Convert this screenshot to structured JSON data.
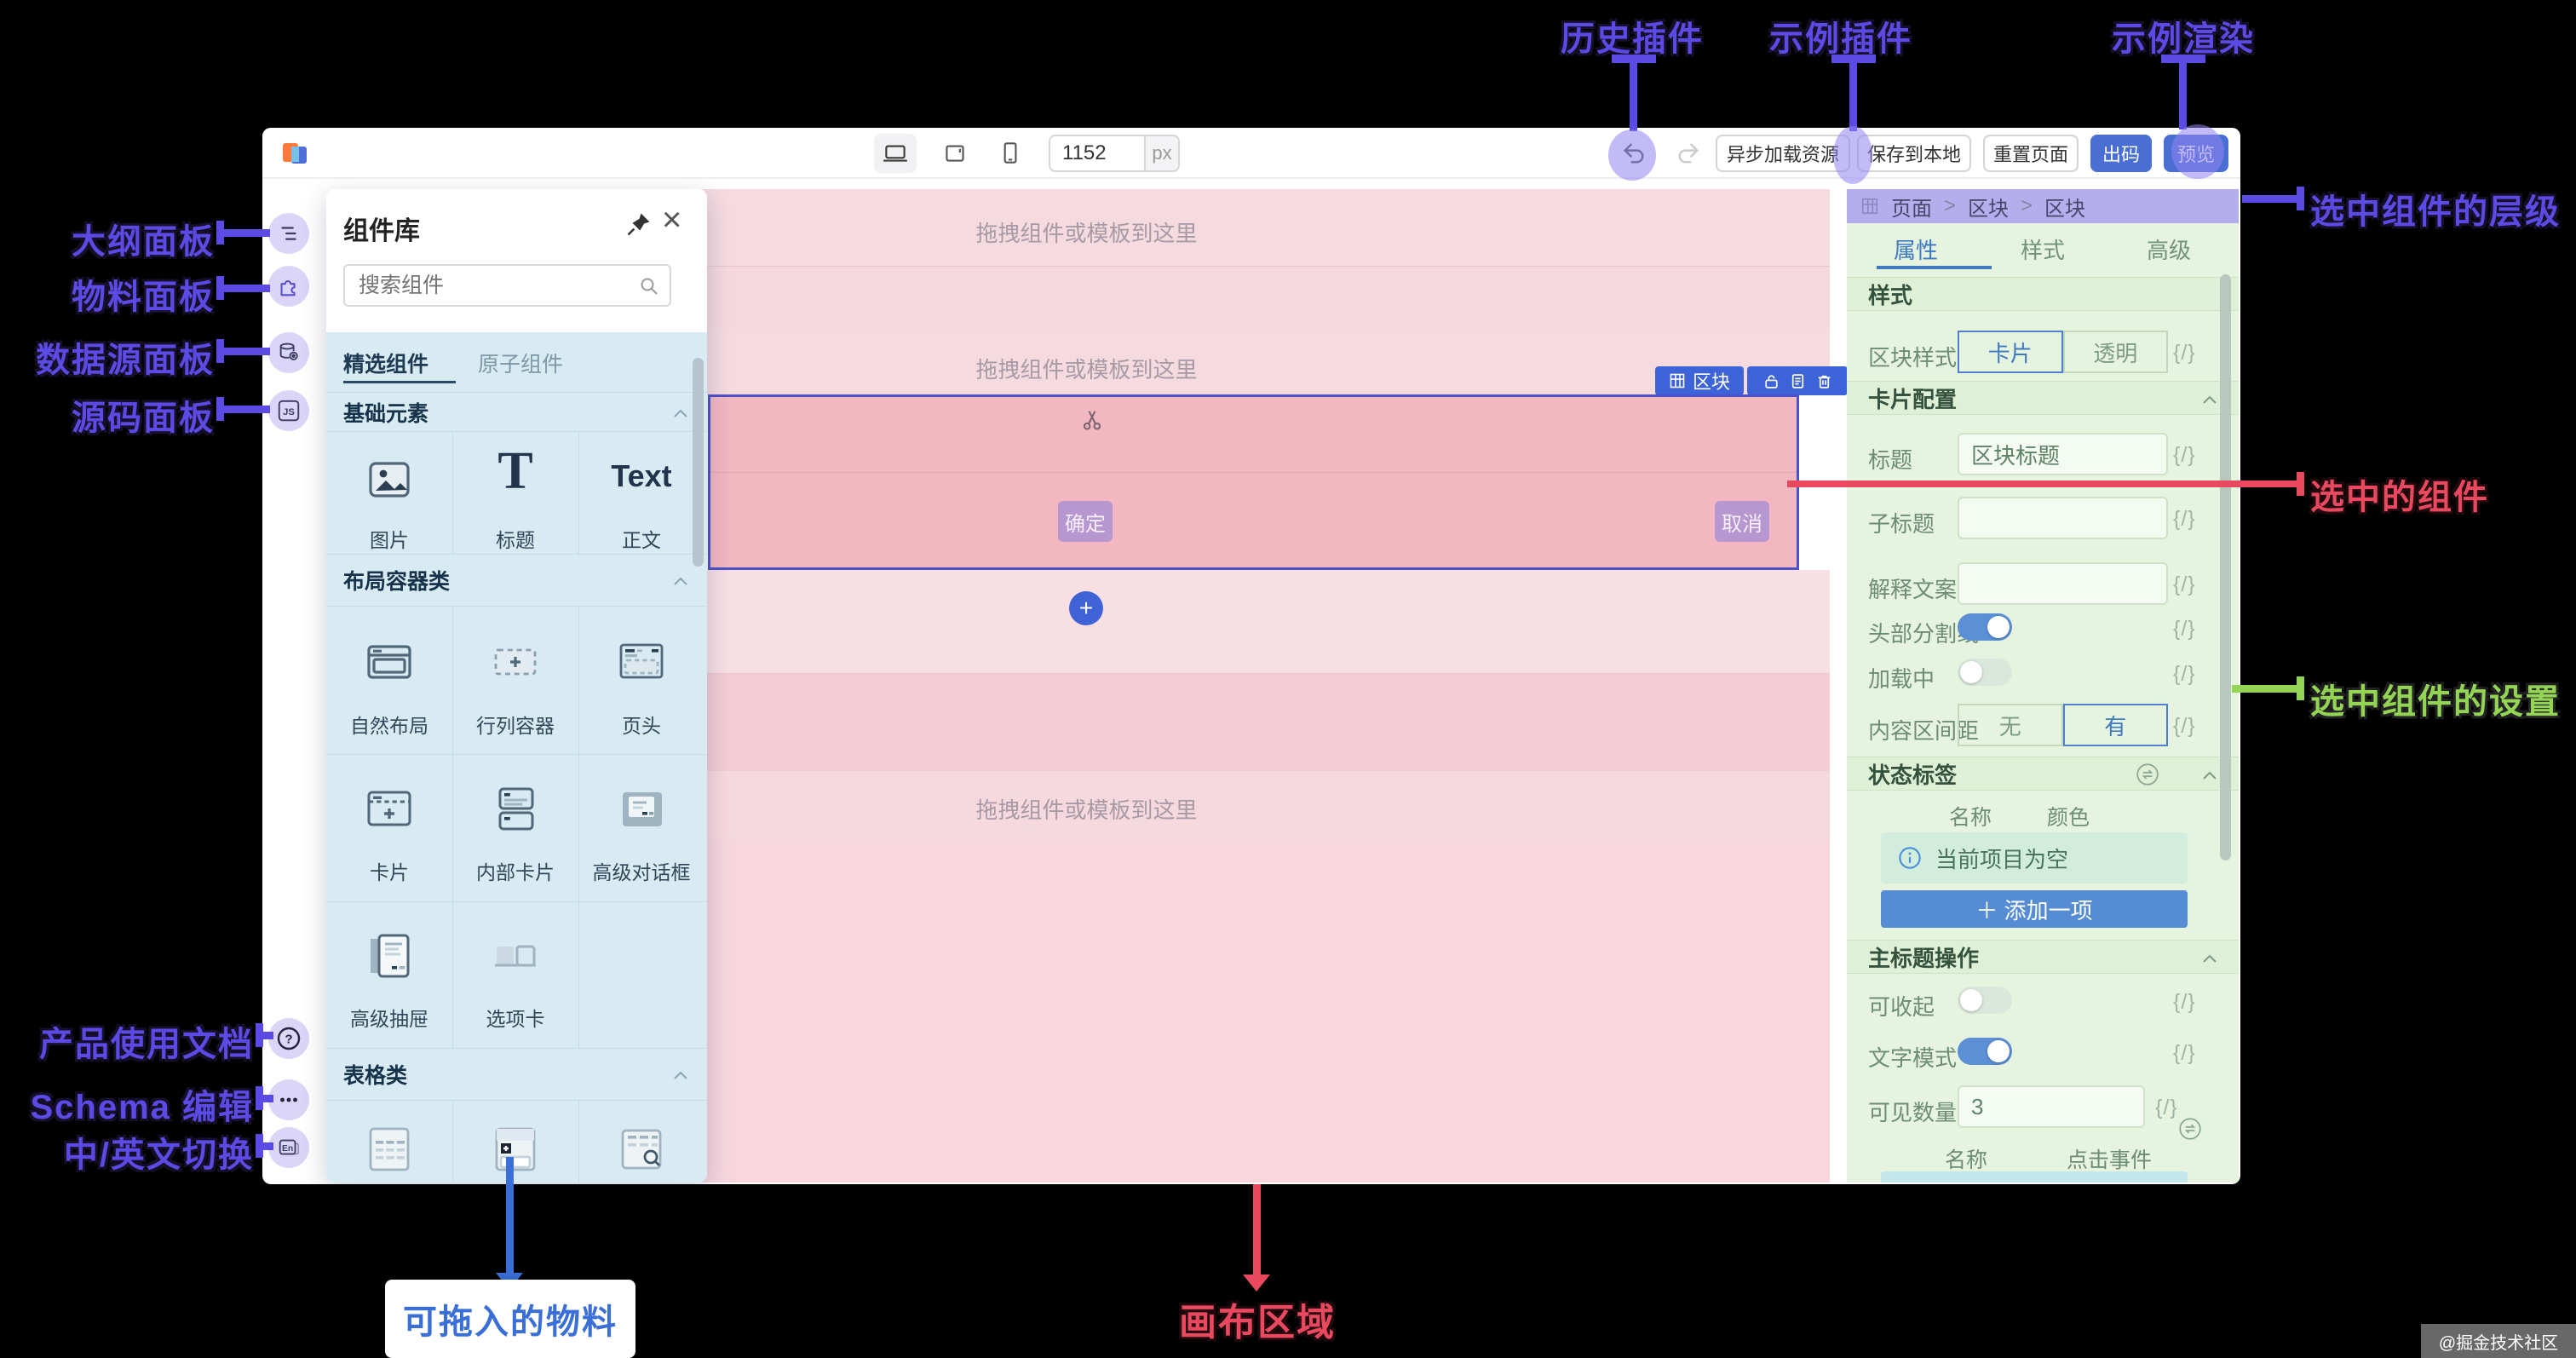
{
  "annotations": {
    "top": [
      "历史插件",
      "示例插件",
      "示例渲染"
    ],
    "left": [
      "大纲面板",
      "物料面板",
      "数据源面板",
      "源码面板"
    ],
    "bottom_left": [
      "产品使用文档",
      "Schema 编辑",
      "中/英文切换"
    ],
    "right": {
      "hierarchy": "选中组件的层级",
      "selected": "选中的组件",
      "settings": "选中组件的设置"
    },
    "bottom": {
      "materials": "可拖入的物料",
      "canvas": "画布区域"
    },
    "watermark": "@掘金技术社区"
  },
  "toolbar": {
    "width_value": "1152",
    "width_unit": "px",
    "async_button": "异步加载资源",
    "save_button": "保存到本地",
    "reset_button": "重置页面",
    "code_button": "出码",
    "preview_button": "预览"
  },
  "library": {
    "title": "组件库",
    "search_placeholder": "搜索组件",
    "tabs": [
      "精选组件",
      "原子组件"
    ],
    "section_basic": "基础元素",
    "section_layout": "布局容器类",
    "section_table": "表格类",
    "items": {
      "image": "图片",
      "title": "标题",
      "text": "正文",
      "text_icon": "Text",
      "natural": "自然布局",
      "rowcol": "行列容器",
      "header": "页头",
      "card": "卡片",
      "inner_card": "内部卡片",
      "dialog": "高级对话框",
      "drawer": "高级抽屉",
      "tab": "选项卡"
    }
  },
  "canvas": {
    "drop_hint": "拖拽组件或模板到这里",
    "block_label": "区块",
    "ok": "确定",
    "cancel": "取消"
  },
  "inspector": {
    "breadcrumb": [
      "页面",
      "区块",
      "区块"
    ],
    "sep": ">",
    "tabs": [
      "属性",
      "样式",
      "高级"
    ],
    "section_style": "样式",
    "section_card": "卡片配置",
    "section_status": "状态标签",
    "section_title_ops": "主标题操作",
    "code_badge": "{/}",
    "fields": {
      "block_style": {
        "label": "区块样式",
        "opt_card": "卡片",
        "opt_transparent": "透明"
      },
      "title": {
        "label": "标题",
        "value": "区块标题"
      },
      "subtitle": {
        "label": "子标题"
      },
      "desc": {
        "label": "解释文案"
      },
      "divider": {
        "label": "头部分割线"
      },
      "loading": {
        "label": "加载中"
      },
      "spacing": {
        "label": "内容区间距",
        "opt_none": "无",
        "opt_has": "有"
      },
      "collapsible": {
        "label": "可收起"
      },
      "text_mode": {
        "label": "文字模式"
      },
      "visible_count": {
        "label": "可见数量",
        "value": "3"
      }
    },
    "status": {
      "col_name": "名称",
      "col_color": "颜色",
      "empty": "当前项目为空",
      "add": "＋ 添加一项"
    },
    "ops": {
      "col_name": "名称",
      "col_event": "点击事件"
    }
  }
}
